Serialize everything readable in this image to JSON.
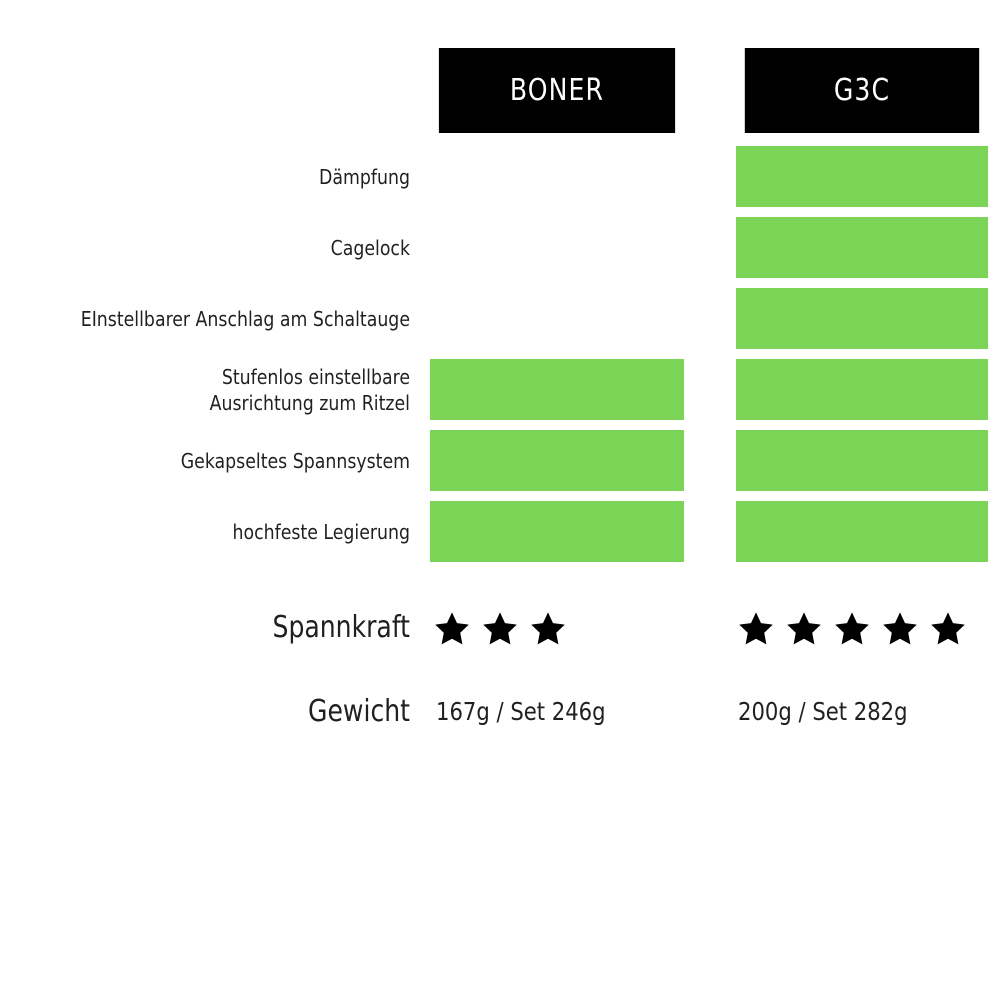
{
  "theme": {
    "background": "#ffffff",
    "bar_green": "#7BD455",
    "header_background": "#000000",
    "header_text": "#ffffff",
    "text": "#231f20"
  },
  "columns": [
    {
      "key": "col_a",
      "label": "BONER"
    },
    {
      "key": "col_b",
      "label": "G3C"
    }
  ],
  "features": [
    {
      "label": "Dämpfung",
      "col_a": false,
      "col_b": true
    },
    {
      "label": "Cagelock",
      "col_a": false,
      "col_b": true
    },
    {
      "label": "EInstellbarer Anschlag am Schaltauge",
      "col_a": false,
      "col_b": true
    },
    {
      "label": "Stufenlos einstellbare\nAusrichtung zum Ritzel",
      "col_a": true,
      "col_b": true
    },
    {
      "label": "Gekapseltes Spannsystem",
      "col_a": true,
      "col_b": true
    },
    {
      "label": "hochfeste Legierung",
      "col_a": true,
      "col_b": true
    }
  ],
  "rating_row": {
    "label": "Spannkraft",
    "col_a_stars": 3,
    "col_b_stars": 5,
    "star_icon": "star-icon"
  },
  "weight_row": {
    "label": "Gewicht",
    "col_a_value": "167g / Set 246g",
    "col_b_value": "200g / Set 282g"
  }
}
